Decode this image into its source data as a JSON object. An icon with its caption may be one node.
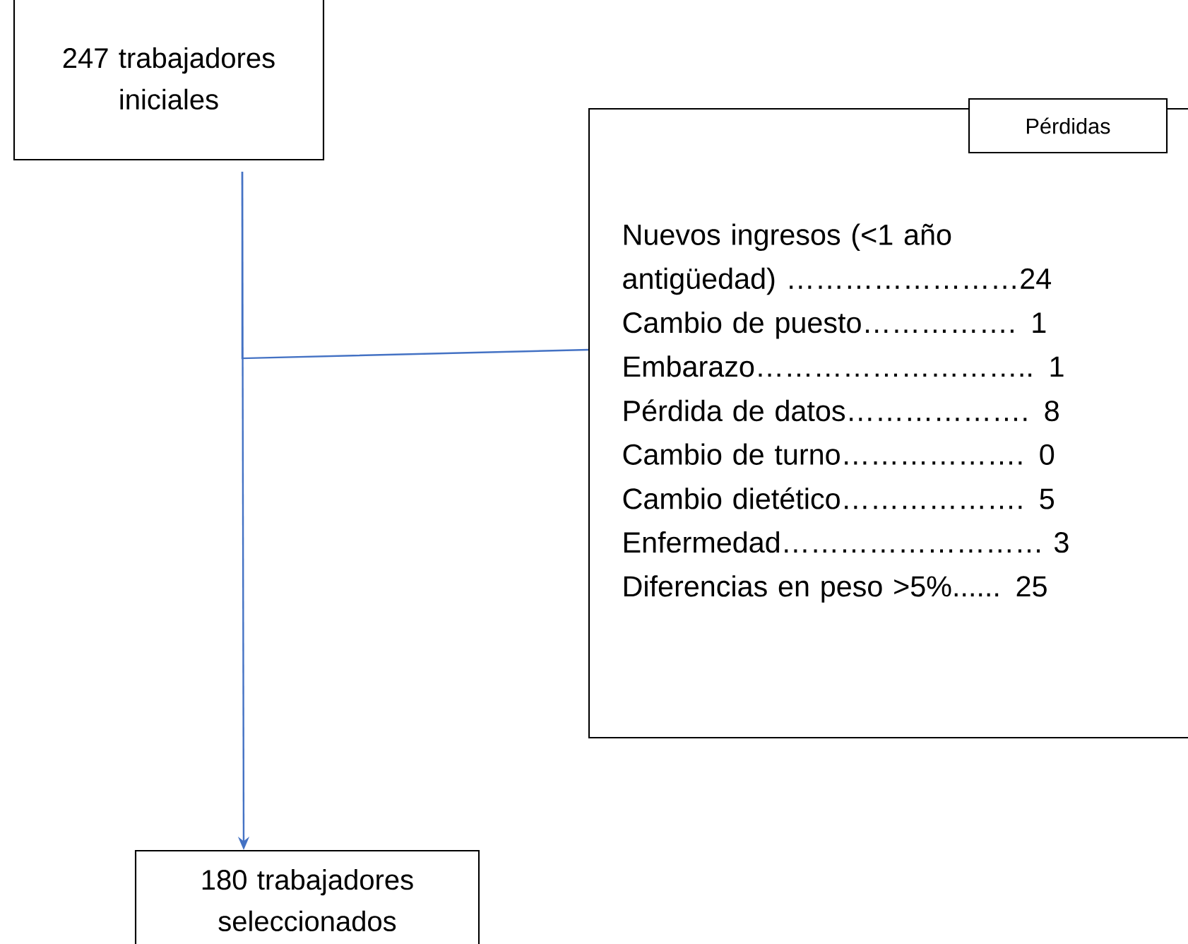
{
  "diagram": {
    "nodes": [
      {
        "text": [
          "247 trabajadores iniciales"
        ]
      },
      {
        "text": [
          "Nuevos ingresos (<1 año antigüedad) ……………………24",
          "Cambio de puesto……………. 1",
          "Embarazo……………………….. 1",
          "Pérdida de datos………………. 8",
          "Cambio de turno………………. 0",
          "Cambio dietético………………. 5",
          "Enfermedad……………………… 3",
          "Diferencias en peso >5%...... 25"
        ]
      },
      {
        "text": [
          "Pérdidas"
        ]
      },
      {
        "text": [
          "180 trabajadores seleccionados"
        ]
      }
    ],
    "edges": [
      {
        "from": 0,
        "to": 3,
        "arrow": "to"
      },
      {
        "from": 0,
        "to": 1,
        "arrow": "none"
      }
    ]
  }
}
